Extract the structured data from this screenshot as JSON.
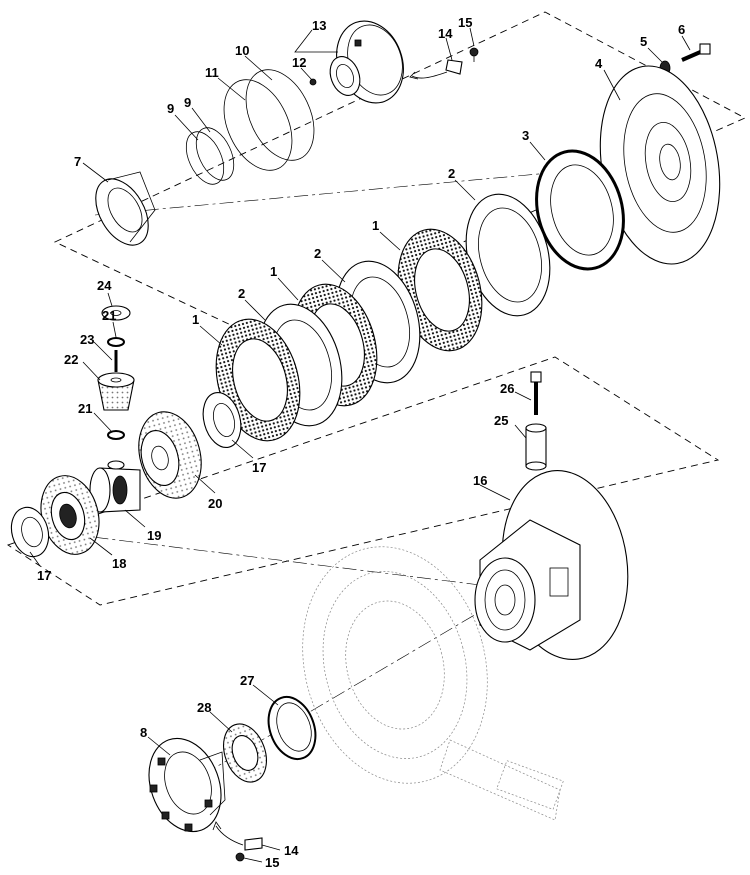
{
  "callouts": {
    "c1a": "1",
    "c1b": "1",
    "c1c": "1",
    "c2a": "2",
    "c2b": "2",
    "c2c": "2",
    "c3": "3",
    "c4": "4",
    "c5": "5",
    "c6": "6",
    "c7": "7",
    "c8": "8",
    "c9a": "9",
    "c9b": "9",
    "c10": "10",
    "c11": "11",
    "c12": "12",
    "c13": "13",
    "c14a": "14",
    "c14b": "14",
    "c15a": "15",
    "c15b": "15",
    "c16": "16",
    "c17a": "17",
    "c17b": "17",
    "c18": "18",
    "c19": "19",
    "c20": "20",
    "c21a": "21",
    "c21b": "21",
    "c22": "22",
    "c23": "23",
    "c24": "24",
    "c25": "25",
    "c26": "26",
    "c27": "27",
    "c28": "28"
  }
}
